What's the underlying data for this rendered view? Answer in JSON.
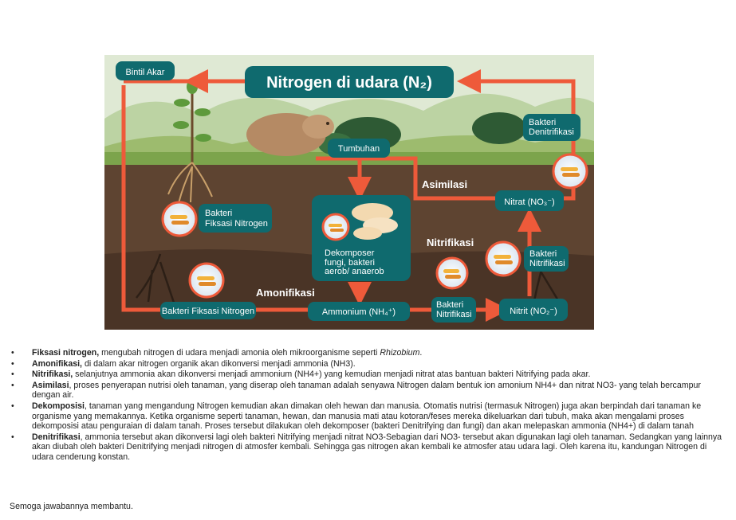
{
  "diagram": {
    "title": "Nitrogen di udara (N₂)",
    "labels": {
      "bintil_akar": "Bintil Akar",
      "tumbuhan": "Tumbuhan",
      "bakteri_denitrifikasi": [
        "Bakteri",
        "Denitrifikasi"
      ],
      "asimilasi": "Asimilasi",
      "nitrat": "Nitrat (NO₃⁻)",
      "bakteri_fiksasi_nitrogen_box": [
        "Bakteri",
        "Fiksasi Nitrogen"
      ],
      "dekomposer_title": "Dekomposer",
      "dekomposer_sub": [
        "fungi, bakteri",
        "aerob/ anaerob"
      ],
      "nitrifikasi": "Nitrifikasi",
      "bakteri_nitrifikasi_right": [
        "Bakteri",
        "Nitrifikasi"
      ],
      "amonifikasi": "Amonifikasi",
      "bakteri_fiksasi_nitrogen_bottom": "Bakteri Fiksasi Nitrogen",
      "amonium": "Ammonium (NH₄⁺)",
      "bakteri_nitrifikasi_bottom": [
        "Bakteri",
        "Nitrifikasi"
      ],
      "nitrit": "Nitrit (NO₂⁻)"
    },
    "colors": {
      "arrow": "#ee5a3a",
      "label_box": "#0f6a6e",
      "sky": "#dfe9d4",
      "soil": "#5e4431"
    }
  },
  "notes": [
    {
      "term": "Fiksasi  nitrogen,",
      "text": " mengubah  nitrogen di udara menjadi amonia oleh mikroorganisme seperti ",
      "italic": "Rhizobium",
      "tail": "."
    },
    {
      "term": "Amonifikasi,",
      "text": "  di dalam akar nitrogen organik akan dikonversi menjadi ammonia (NH3).",
      "italic": "",
      "tail": ""
    },
    {
      "term": "Nitrifikasi,",
      "text": "  selanjutnya ammonia akan dikonversi menjadi ammonium (NH4+)  yang kemudian menjadi nitrat atas bantuan bakteri Nitrifying pada akar.",
      "italic": "",
      "tail": ""
    },
    {
      "term": "Asimilasi",
      "text": ",  proses penyerapan nutrisi oleh tanaman, yang diserap oleh tanaman adalah senyawa Nitrogen dalam bentuk  ion amonium NH4+ dan nitrat NO3- yang telah bercampur dengan  air.",
      "italic": "",
      "tail": ""
    },
    {
      "term": "Dekomposisi",
      "text": ",  tanaman yang mengandung  Nitrogen kemudian akan dimakan oleh hewan dan manusia. Otomatis nutrisi (termasuk Nitrogen)  juga akan berpindah dari tanaman ke organisme yang memakannya.  Ketika organisme seperti tanaman, hewan, dan manusia mati atau kotoran/feses mereka dikeluarkan dari tubuh, maka akan mengalami proses dekomposisi atau penguraian di dalam tanah. Proses tersebut dilakukan oleh dekomposer (bakteri Denitrifying dan fungi) dan akan melepaskan ammonia (NH4+)  di dalam tanah",
      "italic": "",
      "tail": ""
    },
    {
      "term": "Denitrifikasi",
      "text": ",  ammonia tersebut akan dikonversi lagi oleh bakteri Nitrifying menjadi nitrat NO3-Sebagian dari NO3- tersebut akan digunakan lagi oleh tanaman. Sedangkan yang lainnya akan diubah oleh bakteri Denitrifying menjadi nitrogen di atmosfer kembali. Sehingga gas nitrogen akan kembali ke atmosfer atau udara lagi. Oleh karena itu, kandungan Nitrogen di udara cenderung konstan.",
      "italic": "",
      "tail": ""
    }
  ],
  "closing": "Semoga  jawabannya membantu."
}
